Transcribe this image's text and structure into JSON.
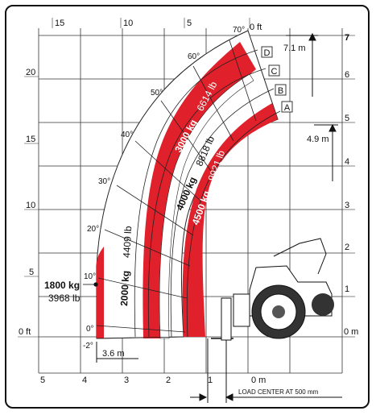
{
  "grid": {
    "top_ft_labels": [
      "15",
      "10",
      "5",
      "0 ft"
    ],
    "left_ft_labels": [
      "20",
      "15",
      "10",
      "5",
      "0 ft"
    ],
    "right_m_labels": [
      "7",
      "6",
      "5",
      "4",
      "3",
      "2",
      "1",
      "0 m"
    ],
    "bottom_m_labels": [
      "5",
      "4",
      "3",
      "2",
      "1",
      "0 m"
    ]
  },
  "angles": [
    "70°",
    "60°",
    "50°",
    "40°",
    "30°",
    "20°",
    "10°",
    "0°",
    "-2°"
  ],
  "zone_letters": [
    "D",
    "C",
    "B",
    "A"
  ],
  "zone_loads": [
    {
      "kg": "1800 kg",
      "lb": "3968 lb"
    },
    {
      "kg": "2000 kg",
      "lb": "4409 lb"
    },
    {
      "kg": "3000 kg",
      "lb": "6614 lb"
    },
    {
      "kg": "4000 kg",
      "lb": "8818 lb"
    },
    {
      "kg": "4500 kg",
      "lb": "9921 lb"
    }
  ],
  "dimensions": {
    "max_height": "7.1 m",
    "height_b": "4.9 m",
    "reach_below": "3.6 m",
    "load_center": "LOAD CENTER AT 500 mm"
  },
  "colors": {
    "zone_red": "#e0202a",
    "grid": "#222222",
    "text": "#111111"
  }
}
